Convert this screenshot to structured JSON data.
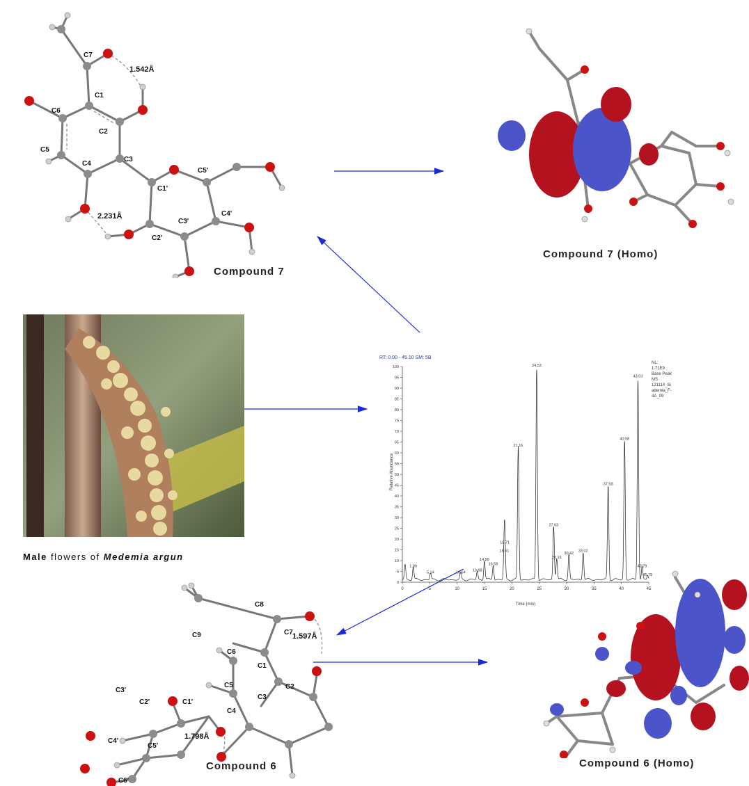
{
  "compound7": {
    "caption": "Compound 7",
    "hbond1": "1.542Å",
    "hbond2": "2.231Å",
    "atoms": [
      "C7",
      "C1",
      "C6",
      "C2",
      "C5",
      "C4",
      "C3",
      "C1'",
      "C5'",
      "C4'",
      "C3'",
      "C2'"
    ]
  },
  "compound7_homo": {
    "caption": "Compound 7 (Homo)"
  },
  "compound6": {
    "caption": "Compound 6",
    "hbond1": "1.597Å",
    "hbond2": "1.798Å",
    "atoms": [
      "C8",
      "C9",
      "C6",
      "C7",
      "C1",
      "C5",
      "C2",
      "C3",
      "C4",
      "C3'",
      "C2'",
      "C1'",
      "C4'",
      "C5'",
      "C6'"
    ]
  },
  "compound6_homo": {
    "caption": "Compound 6 (Homo)"
  },
  "photo": {
    "caption_prefix": "Male",
    "caption_mid": " flowers of ",
    "caption_species": "Medemia argun"
  },
  "colors": {
    "arrow": "#1a2bd6",
    "lobe_red": "#b3121e",
    "lobe_blue": "#4b55c9",
    "oxygen": "#cc1111",
    "carbon": "#8c8c8c"
  },
  "chart_data": {
    "type": "line",
    "header": "RT: 0.00 - 45.10   SM: 5B",
    "legend_lines": [
      "NL:",
      "1.71E9",
      "Base Peak",
      "MS",
      "121114_Si",
      "ademia_F-",
      "4A_09"
    ],
    "xlabel": "Time (min)",
    "ylabel": "Relative Abundance",
    "xlim": [
      0,
      45
    ],
    "ylim": [
      0,
      100
    ],
    "xticks": [
      0,
      5,
      10,
      15,
      20,
      25,
      30,
      35,
      40,
      45
    ],
    "yticks": [
      0,
      5,
      10,
      15,
      20,
      25,
      30,
      35,
      40,
      45,
      50,
      55,
      60,
      65,
      70,
      75,
      80,
      85,
      90,
      95,
      100
    ],
    "peaks": [
      {
        "rt": 0.5,
        "height": 7,
        "label": ""
      },
      {
        "rt": 1.99,
        "height": 6,
        "label": "1.99"
      },
      {
        "rt": 5.14,
        "height": 3,
        "label": "5.14"
      },
      {
        "rt": 10.64,
        "height": 3,
        "label": "10.64"
      },
      {
        "rt": 13.68,
        "height": 4,
        "label": "13.68"
      },
      {
        "rt": 14.99,
        "height": 9,
        "label": "14.99"
      },
      {
        "rt": 16.59,
        "height": 7,
        "label": "16.59"
      },
      {
        "rt": 18.61,
        "height": 13,
        "label": "18.61"
      },
      {
        "rt": 18.71,
        "height": 17,
        "label": "18.71"
      },
      {
        "rt": 21.16,
        "height": 62,
        "label": "21.16"
      },
      {
        "rt": 24.53,
        "height": 99,
        "label": "24.53"
      },
      {
        "rt": 27.63,
        "height": 25,
        "label": "27.63"
      },
      {
        "rt": 28.19,
        "height": 10,
        "label": "28.16"
      },
      {
        "rt": 30.42,
        "height": 12,
        "label": "30.42"
      },
      {
        "rt": 33.02,
        "height": 13,
        "label": "33.02"
      },
      {
        "rt": 37.58,
        "height": 44,
        "label": "37.58"
      },
      {
        "rt": 40.58,
        "height": 65,
        "label": "40.58"
      },
      {
        "rt": 43.03,
        "height": 94,
        "label": "43.03"
      },
      {
        "rt": 43.79,
        "height": 6,
        "label": "43.79"
      },
      {
        "rt": 44.79,
        "height": 2,
        "label": "45.79"
      }
    ]
  }
}
